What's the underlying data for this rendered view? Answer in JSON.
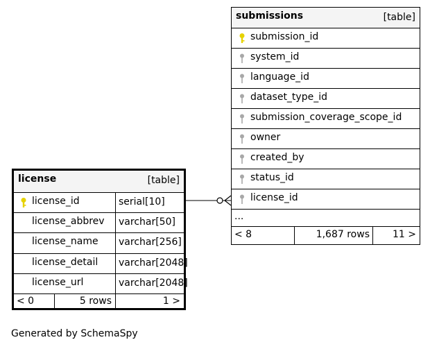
{
  "license": {
    "name": "license",
    "kind": "[table]",
    "columns": [
      {
        "name": "license_id",
        "type": "serial[10]",
        "key": "primary"
      },
      {
        "name": "license_abbrev",
        "type": "varchar[50]",
        "key": "none"
      },
      {
        "name": "license_name",
        "type": "varchar[256]",
        "key": "none"
      },
      {
        "name": "license_detail",
        "type": "varchar[2048]",
        "key": "none"
      },
      {
        "name": "license_url",
        "type": "varchar[2048]",
        "key": "none"
      }
    ],
    "footer": {
      "parents": "< 0",
      "rows": "5 rows",
      "children": "1 >"
    }
  },
  "submissions": {
    "name": "submissions",
    "kind": "[table]",
    "columns": [
      {
        "name": "submission_id",
        "key": "primary"
      },
      {
        "name": "system_id",
        "key": "foreign"
      },
      {
        "name": "language_id",
        "key": "foreign"
      },
      {
        "name": "dataset_type_id",
        "key": "foreign"
      },
      {
        "name": "submission_coverage_scope_id",
        "key": "foreign"
      },
      {
        "name": "owner",
        "key": "foreign"
      },
      {
        "name": "created_by",
        "key": "foreign"
      },
      {
        "name": "status_id",
        "key": "foreign"
      },
      {
        "name": "license_id",
        "key": "foreign"
      }
    ],
    "more": "...",
    "footer": {
      "parents": "< 8",
      "rows": "1,687 rows",
      "children": "11 >"
    }
  },
  "relationship": {
    "from": "license.license_id",
    "to": "submissions.license_id",
    "cardinality": "zero-or-many"
  },
  "caption": "Generated by SchemaSpy",
  "colors": {
    "primary_key": "#e6d200",
    "foreign_key": "#a8a8a8",
    "header_bg": "#f4f4f4"
  }
}
